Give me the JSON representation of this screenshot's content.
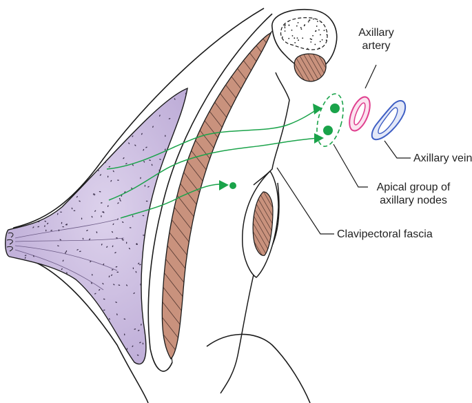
{
  "labels": {
    "axillary_artery_line1": "Axillary",
    "axillary_artery_line2": "artery",
    "axillary_vein": "Axillary vein",
    "apical_group_line1": "Apical group of",
    "apical_group_line2": "axillary nodes",
    "clavipectoral_fascia": "Clavipectoral fascia"
  },
  "colors": {
    "outline": "#1a1a1a",
    "breast_fill": "#cdbfe0",
    "muscle_fill": "#c9927d",
    "lymph_green": "#1aa34a",
    "artery": "#e0408f",
    "vein": "#3f5fc4"
  }
}
